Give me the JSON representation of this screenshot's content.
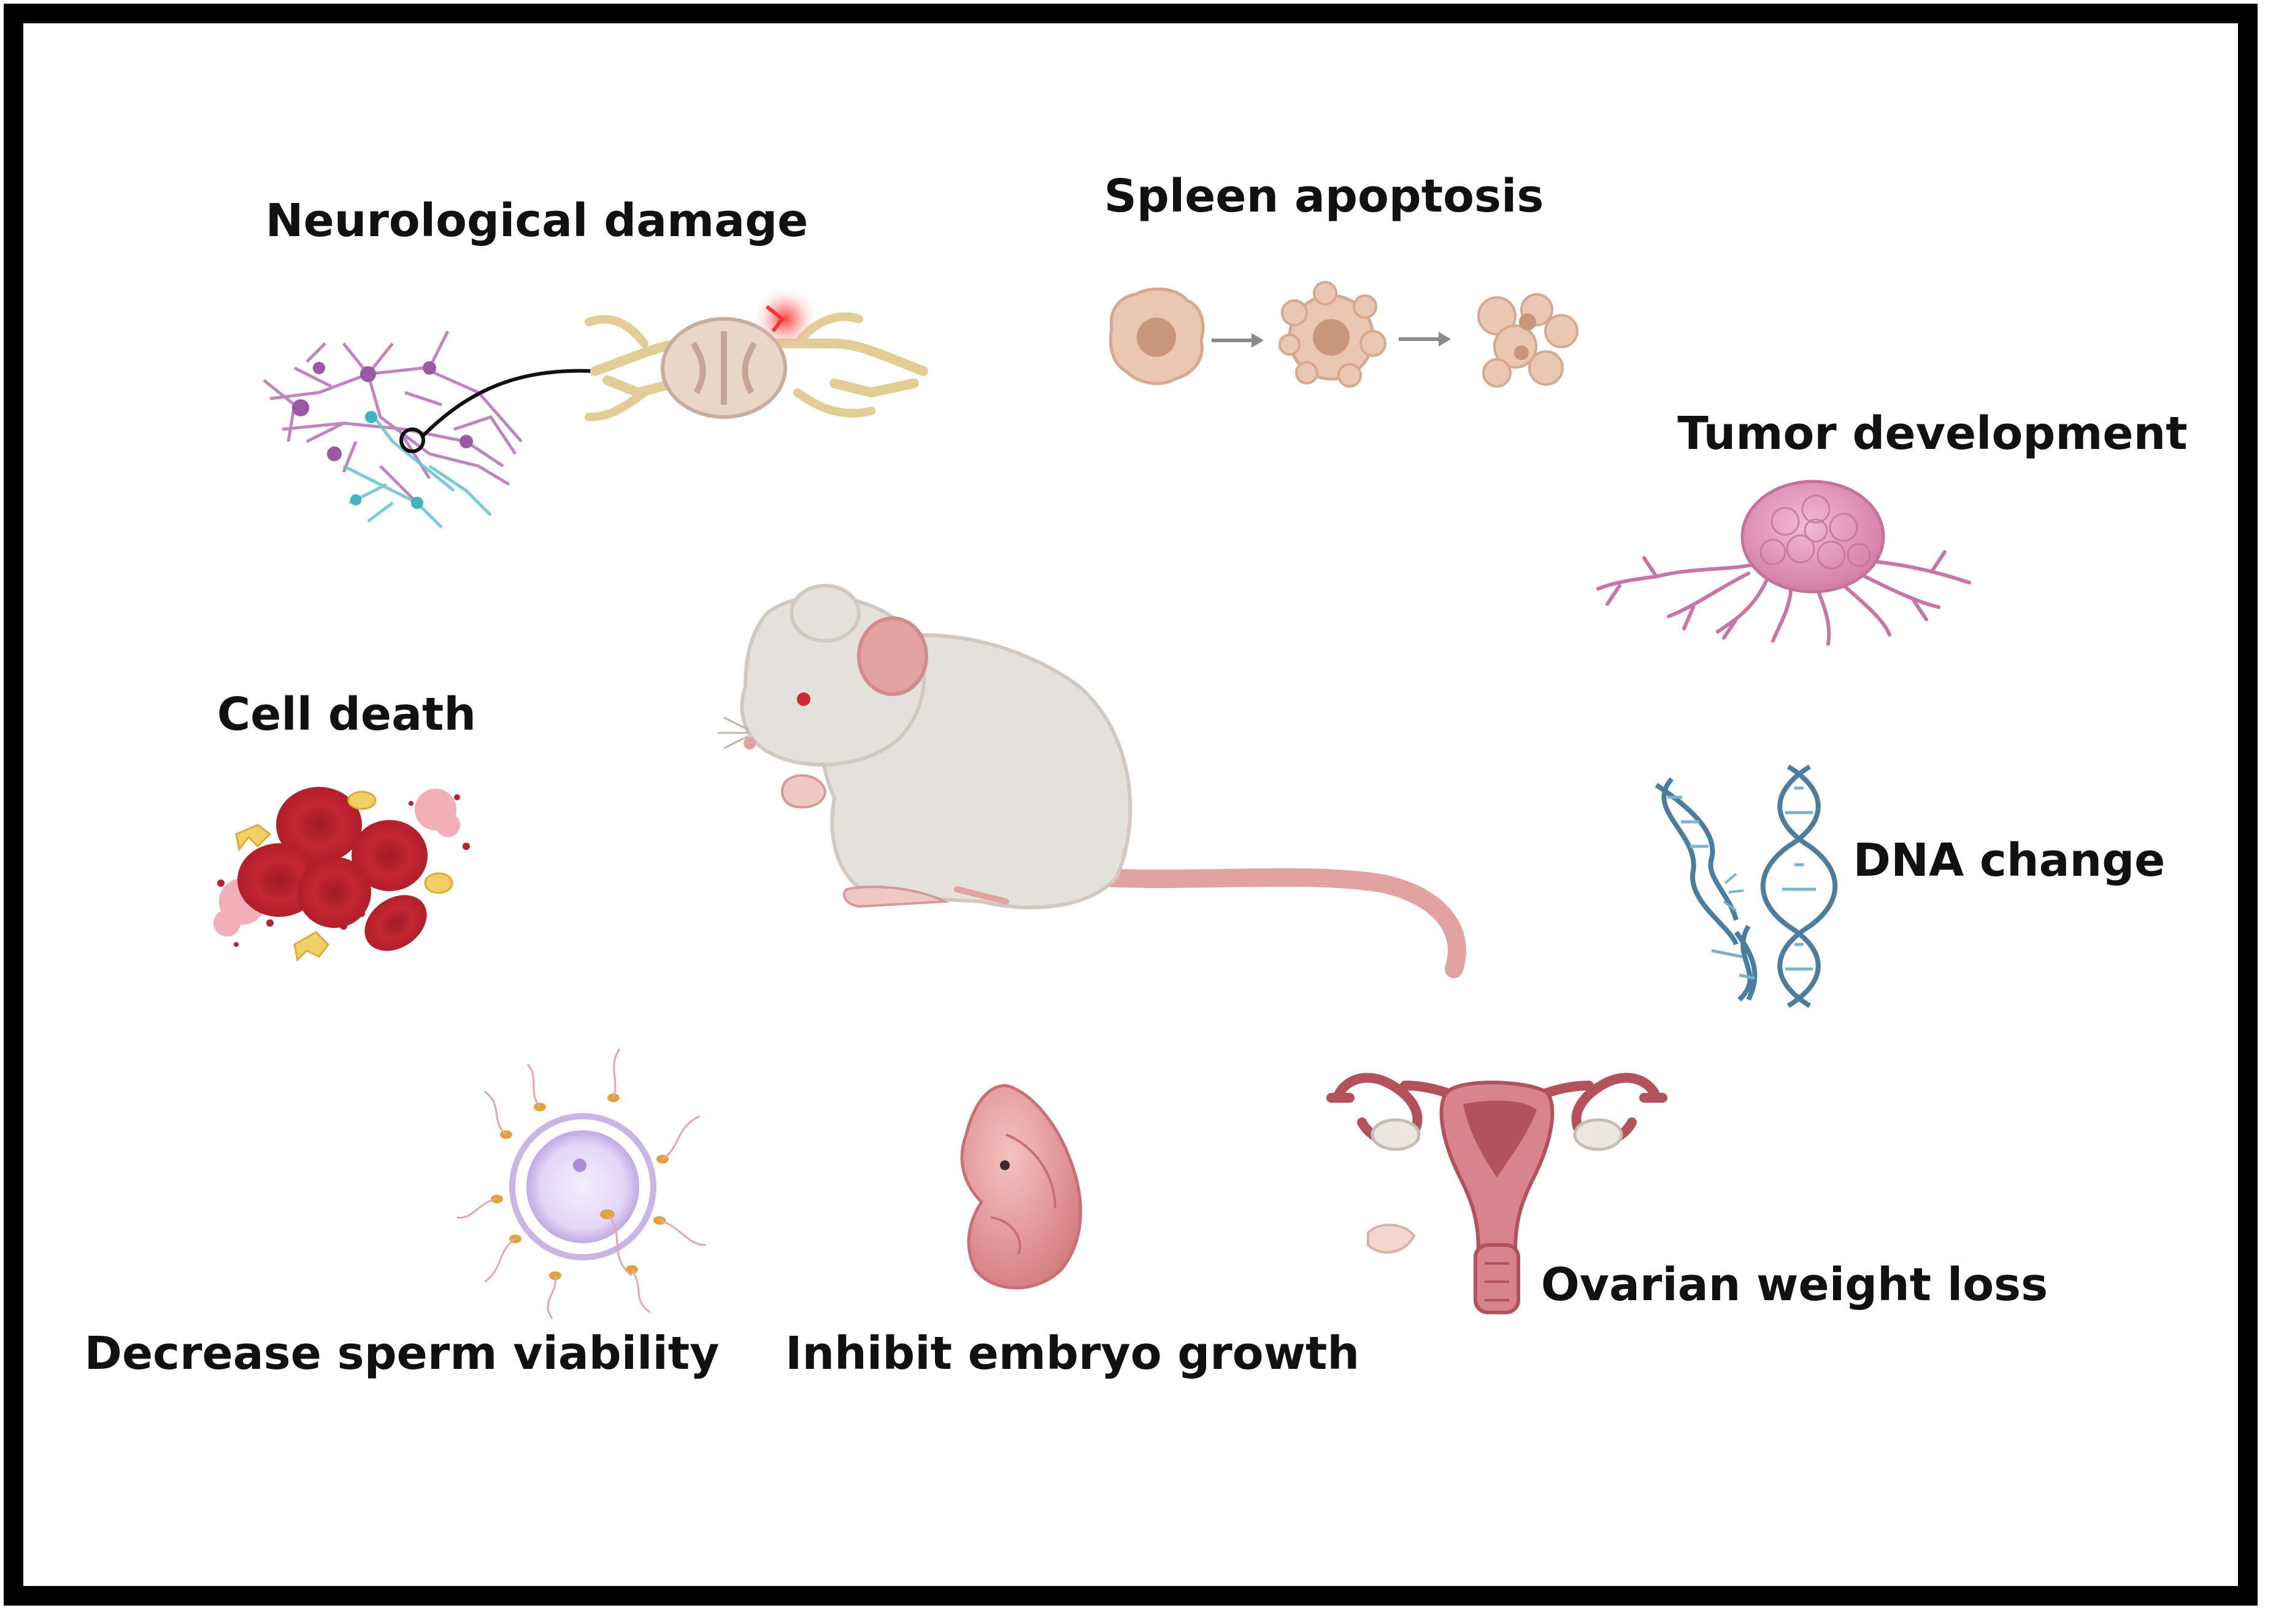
{
  "labels": {
    "neurological": "Neurological damage",
    "spleen": "Spleen apoptosis",
    "tumor": "Tumor development",
    "cell_death": "Cell death",
    "dna": "DNA change",
    "sperm": "Decrease sperm viability",
    "embryo": "Inhibit embryo growth",
    "ovarian": "Ovarian weight loss"
  },
  "icons": {
    "center": "mouse-icon",
    "neurological": "neuron-spinal-cord-icon",
    "spleen": "apoptosis-cells-icon",
    "tumor": "tumor-icon",
    "cell_death": "blood-cells-icon",
    "dna": "dna-helix-icon",
    "sperm": "sperm-egg-icon",
    "embryo": "embryo-icon",
    "ovarian": "uterus-ovaries-icon"
  },
  "colors": {
    "frame": "#000000",
    "text": "#111111",
    "mouse_body": "#e4e0db",
    "mouse_pink": "#e2a3a0",
    "neuron_purple": "#b878b8",
    "neuron_cyan": "#6cc6cf",
    "spinal_yellow": "#e3cd97",
    "apoptosis_tan": "#dfb59d",
    "tumor_pink": "#d98eb2",
    "blood_red": "#c42633",
    "dna_blue": "#4b7e9e",
    "egg_violet": "#c7b6e6",
    "embryo_pink": "#dc9090",
    "uterus_red": "#b3525a"
  }
}
